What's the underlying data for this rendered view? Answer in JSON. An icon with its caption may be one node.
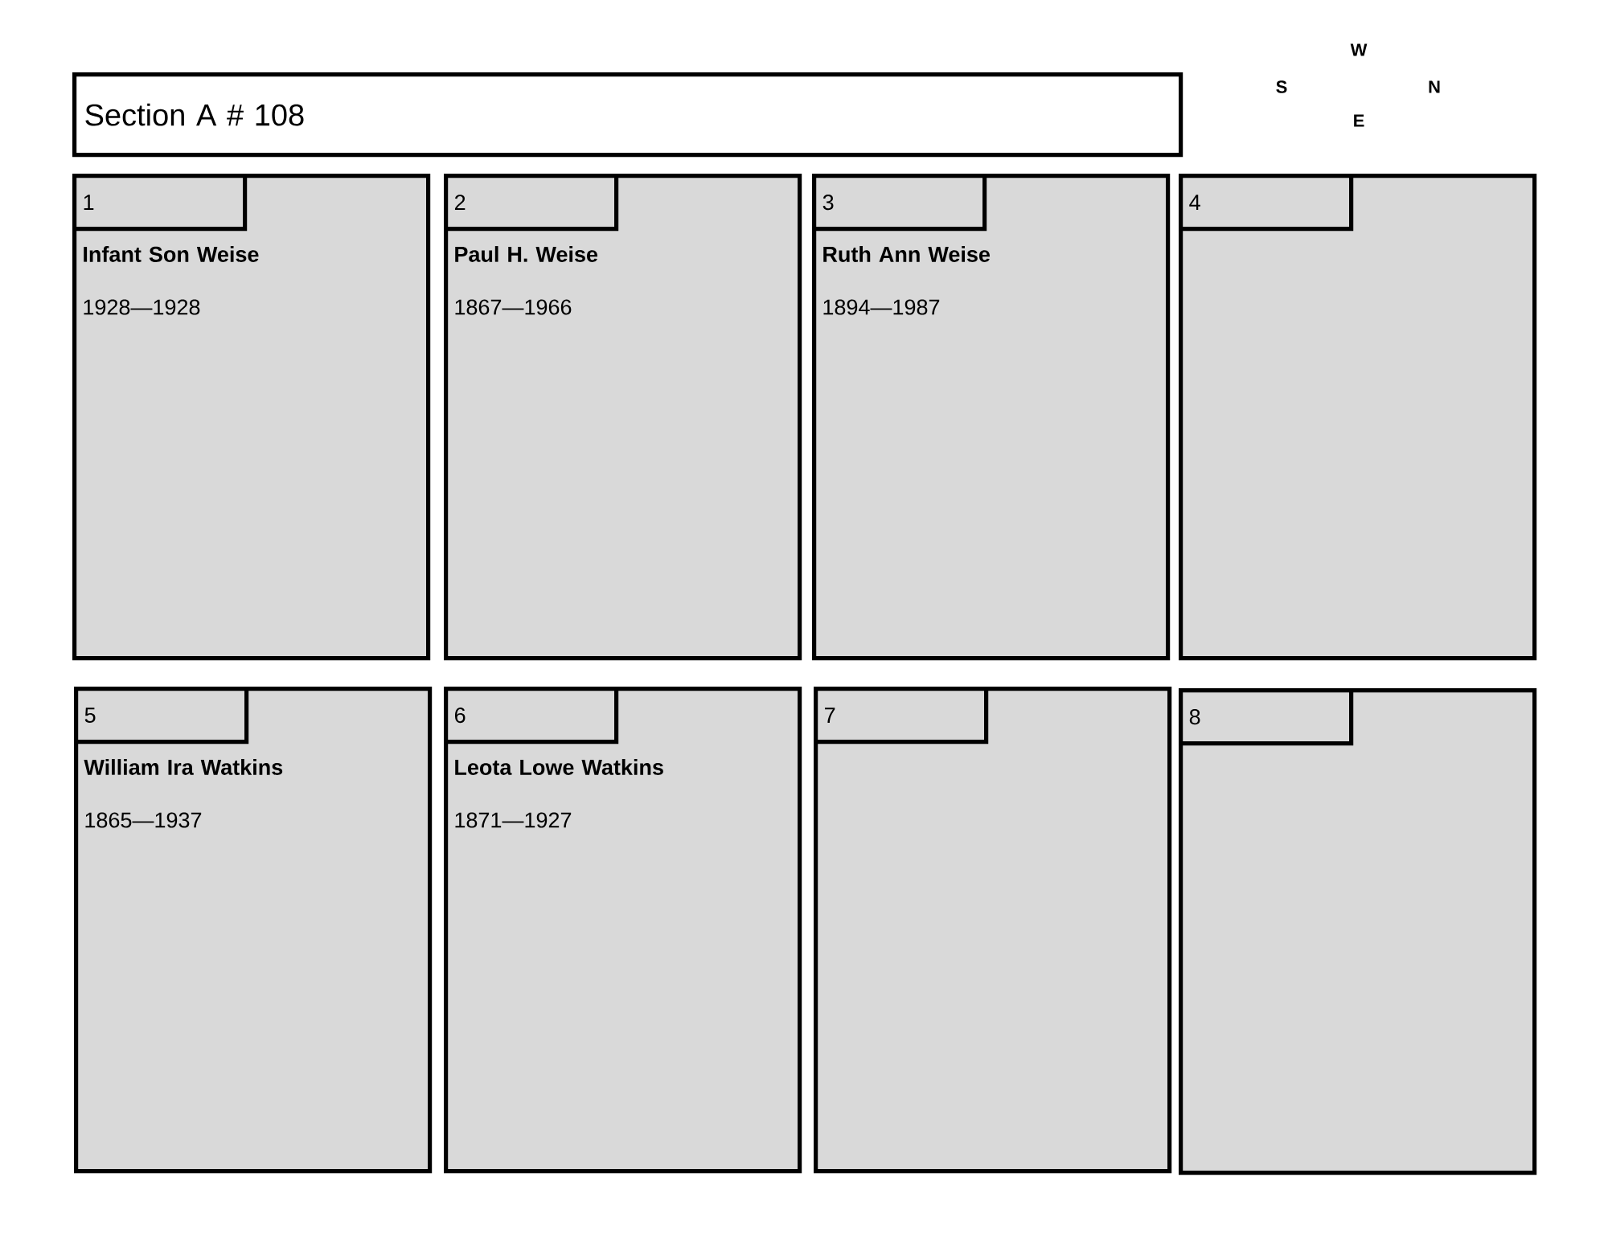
{
  "diagram": {
    "title": "Section A # 108",
    "nodes": [
      {
        "text": [
          "Infant Son Weise",
          "1928—1928"
        ]
      },
      {
        "text": [
          "1"
        ],
        "in": 0
      },
      {
        "text": [
          "Paul H. Weise",
          "1867—1966"
        ]
      },
      {
        "text": [
          "2"
        ],
        "in": 2
      },
      {
        "text": [
          "Ruth Ann Weise",
          "1894—1987"
        ]
      },
      {
        "text": [
          "3"
        ],
        "in": 4
      },
      {
        "text": [],
        "shape": "box"
      },
      {
        "text": [
          "4"
        ],
        "in": 6
      },
      {
        "text": [
          "William Ira Watkins",
          "1865—1937"
        ]
      },
      {
        "text": [
          "5"
        ],
        "in": 8
      },
      {
        "text": [
          "Leota Lowe Watkins",
          "1871—1927"
        ]
      },
      {
        "text": [
          "6"
        ],
        "in": 10
      },
      {
        "text": [],
        "shape": "box"
      },
      {
        "text": [
          "7"
        ],
        "in": 12
      },
      {
        "text": [],
        "shape": "box"
      },
      {
        "text": [
          "8"
        ],
        "in": 14
      }
    ],
    "labels": [
      "W",
      "S",
      "N",
      "E"
    ]
  }
}
